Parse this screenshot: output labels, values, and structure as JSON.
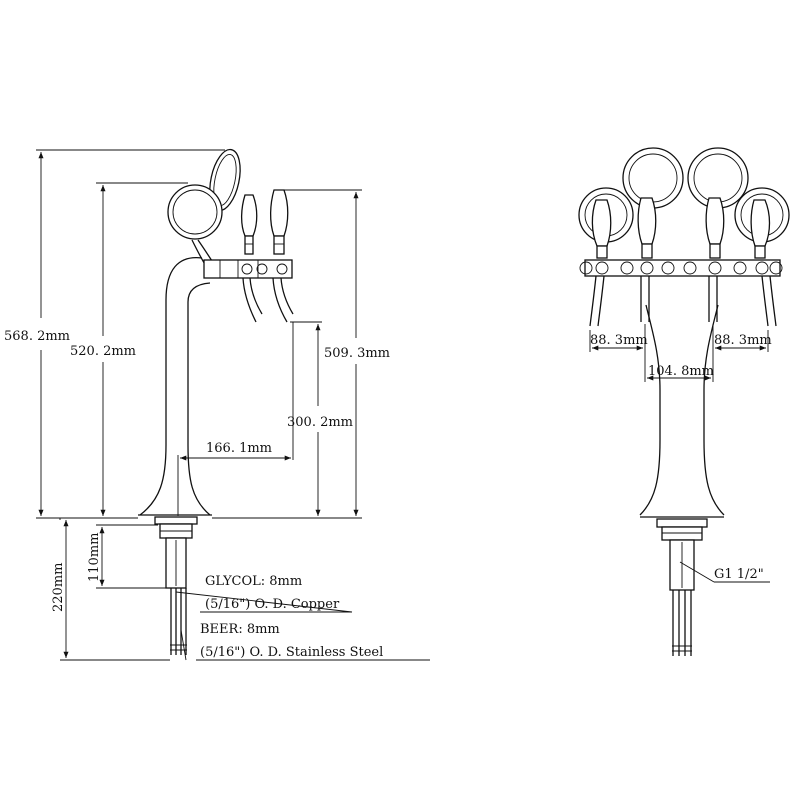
{
  "side_view": {
    "dims": {
      "overall_height": "568. 2mm",
      "body_height": "520. 2mm",
      "tap_height": "509. 3mm",
      "spout_height": "300. 2mm",
      "reach": "166. 1mm",
      "shank_length": "110mm",
      "total_below": "220mm"
    },
    "notes": {
      "glycol_1": "GLYCOL: 8mm",
      "glycol_2": "(5/16\") O. D. Copper",
      "beer_1": "BEER: 8mm",
      "beer_2": "(5/16\") O. D. Stainless Steel"
    }
  },
  "front_view": {
    "dims": {
      "left_spacing": "88. 3mm",
      "right_spacing": "88. 3mm",
      "center_spacing": "104. 8mm"
    },
    "thread": "G1 1/2\""
  }
}
